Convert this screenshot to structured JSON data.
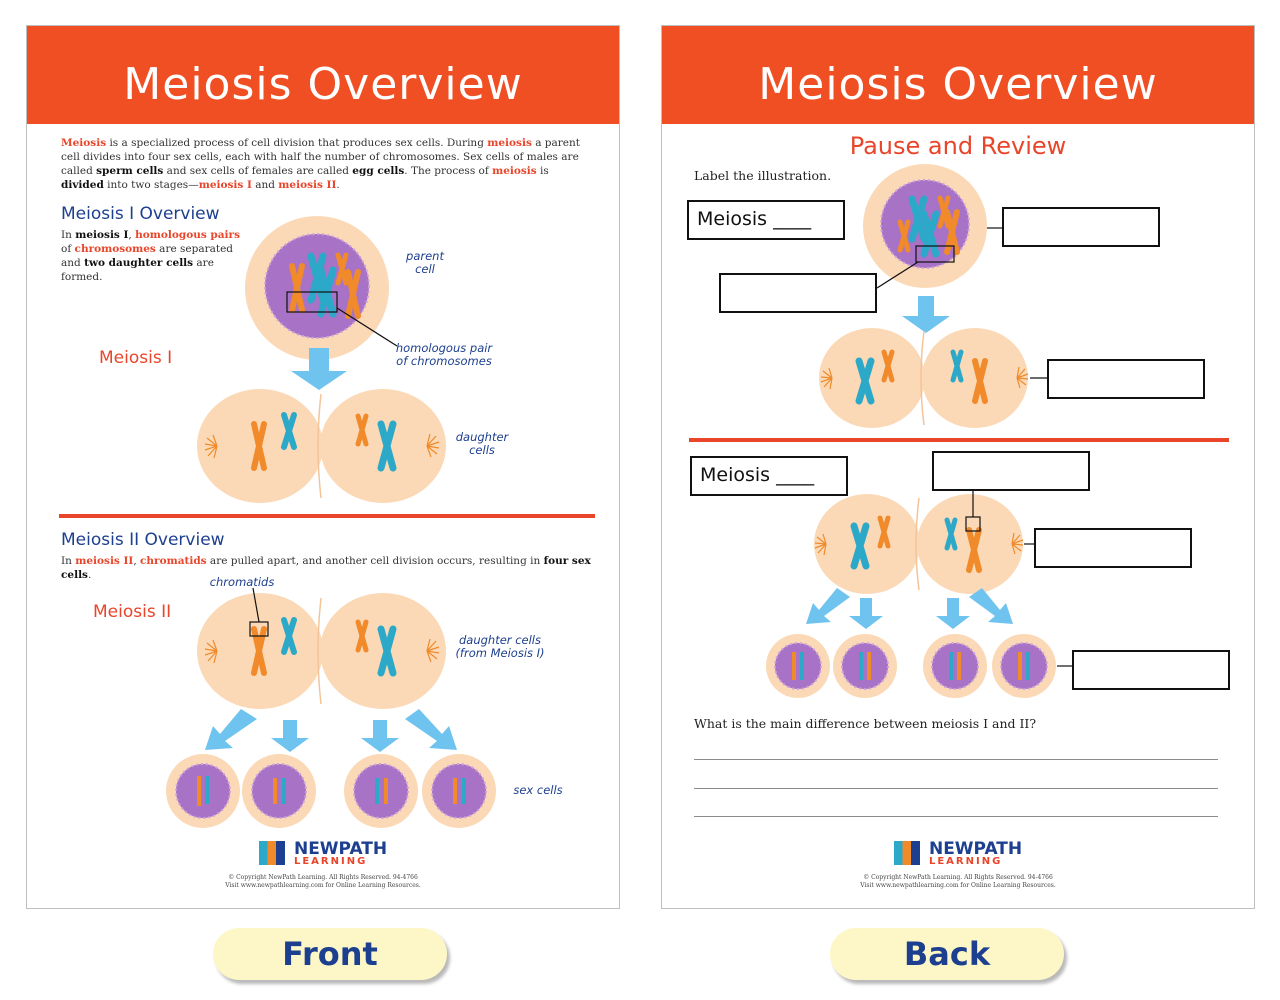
{
  "front": {
    "header_title": "Meiosis Overview",
    "intro": {
      "w1": "Meiosis",
      "t1": " is a specialized process of cell division that produces sex cells. During ",
      "w2": "meiosis",
      "t2": " a parent cell divides into four sex cells, each with half the number of chromosomes. Sex cells of males are called ",
      "w3": "sperm cells",
      "t3": " and sex cells of females are called ",
      "w4": "egg cells",
      "t4": ". The process of ",
      "w5": "meiosis",
      "t5": " is ",
      "w6": "divided",
      "t6": " into two stages—",
      "w7": "meiosis I",
      "t7": " and ",
      "w8": "meiosis II",
      "t8": "."
    },
    "meiosis1": {
      "title": "Meiosis I Overview",
      "t1": "In ",
      "w1": "meiosis I",
      "t2": ", ",
      "w2": "homologous pairs",
      "t3": " of ",
      "w3": "chromosomes",
      "t4": " are separated and ",
      "w4": "two daughter cells",
      "t5": " are formed.",
      "stage_label": "Meiosis I",
      "label_parent": "parent cell",
      "label_homologous": "homologous pair of chromosomes",
      "label_daughter": "daughter cells"
    },
    "meiosis2": {
      "title": "Meiosis II Overview",
      "t1": "In ",
      "w1": "meiosis II",
      "t2": ", ",
      "w2": "chromatids",
      "t3": " are pulled apart, and another cell division occurs, resulting in ",
      "w3": "four sex cells",
      "t4": ".",
      "stage_label": "Meiosis II",
      "label_chromatids": "chromatids",
      "label_daughter": "daughter cells (from Meiosis I)",
      "label_sex": "sex cells"
    },
    "logo": {
      "name": "NEWPATH",
      "sub": "LEARNING",
      "copyright": "© Copyright NewPath Learning. All Rights Reserved. 94-4766",
      "visit": "Visit www.newpathlearning.com for Online Learning Resources."
    }
  },
  "back": {
    "header_title": "Meiosis Overview",
    "subtitle": "Pause and Review",
    "instruction": "Label the illustration.",
    "box_top": "Meiosis ____",
    "box_bottom": "Meiosis ____",
    "question": "What is the main difference between meiosis I and II?",
    "logo": {
      "name": "NEWPATH",
      "sub": "LEARNING",
      "copyright": "© Copyright NewPath Learning. All Rights Reserved. 94-4766",
      "visit": "Visit www.newpathlearning.com for Online Learning Resources."
    }
  },
  "buttons": {
    "front": "Front",
    "back": "Back"
  },
  "colors": {
    "header": "#f04e23",
    "accent": "#e8452a",
    "title_blue": "#1d3f8f",
    "cell": "#fbd9b6",
    "nucleus": "#a872c7",
    "chrom_orange": "#f08a2a",
    "chrom_blue": "#2ca8c8",
    "arrow": "#6fc3ef",
    "button": "#fdf6c6"
  }
}
